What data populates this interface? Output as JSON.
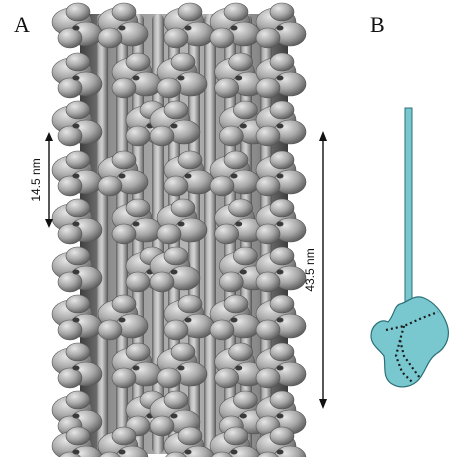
{
  "panels": {
    "a": {
      "label": "A"
    },
    "b": {
      "label": "B"
    }
  },
  "annotations": {
    "small_repeat": "14.5 nm",
    "large_repeat": "43.5 nm"
  },
  "colors": {
    "filament_surface": "#a9a9a9",
    "filament_shadow": "#5c5c5c",
    "myosin_model": "#79c8cf",
    "myosin_outline": "#2b6f77"
  }
}
